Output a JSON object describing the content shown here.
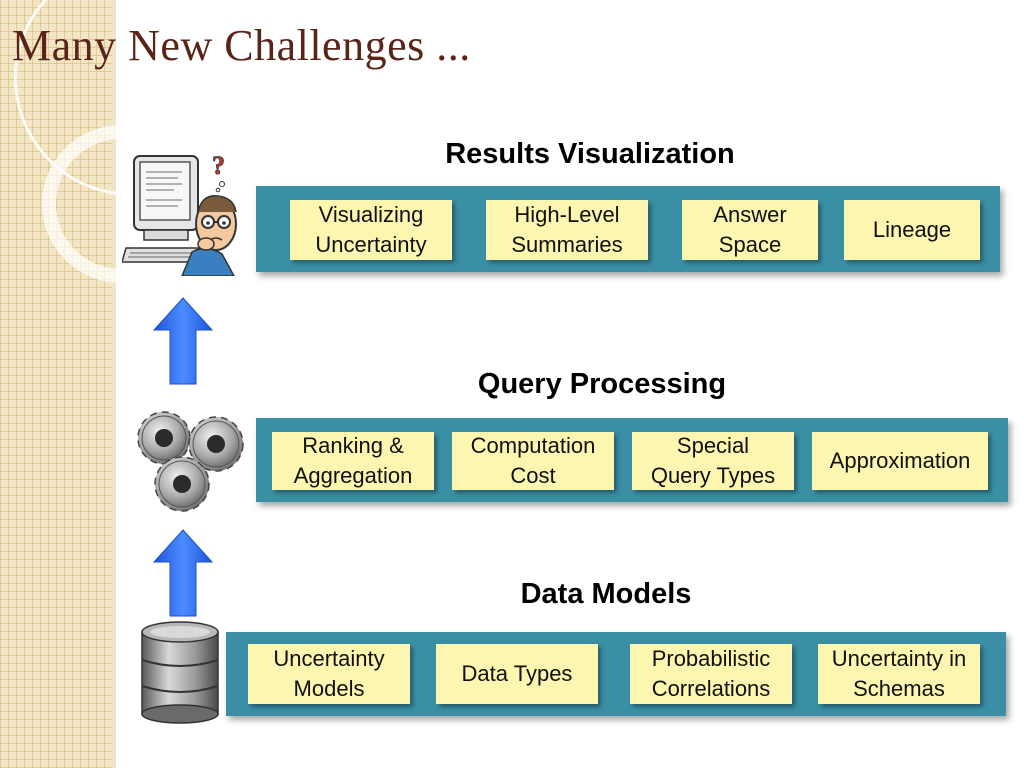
{
  "slide_title": "Many New Challenges ...",
  "icons": {
    "top": "confused-person-at-computer-icon",
    "middle": "gears-icon",
    "bottom": "database-icon",
    "arrow": "up-arrow-icon"
  },
  "colors": {
    "band": "#3a8fa5",
    "box": "#fcf6b0",
    "title": "#5a2418",
    "arrow": "#2f6fe6"
  },
  "layers": [
    {
      "title": "Results Visualization",
      "items": [
        "Visualizing\nUncertainty",
        "High-Level\nSummaries",
        "Answer\nSpace",
        "Lineage"
      ]
    },
    {
      "title": "Query Processing",
      "items": [
        "Ranking &\nAggregation",
        "Computation\nCost",
        "Special\nQuery Types",
        "Approximation"
      ]
    },
    {
      "title": "Data Models",
      "items": [
        "Uncertainty\nModels",
        "Data Types",
        "Probabilistic\nCorrelations",
        "Uncertainty in\nSchemas"
      ]
    }
  ]
}
